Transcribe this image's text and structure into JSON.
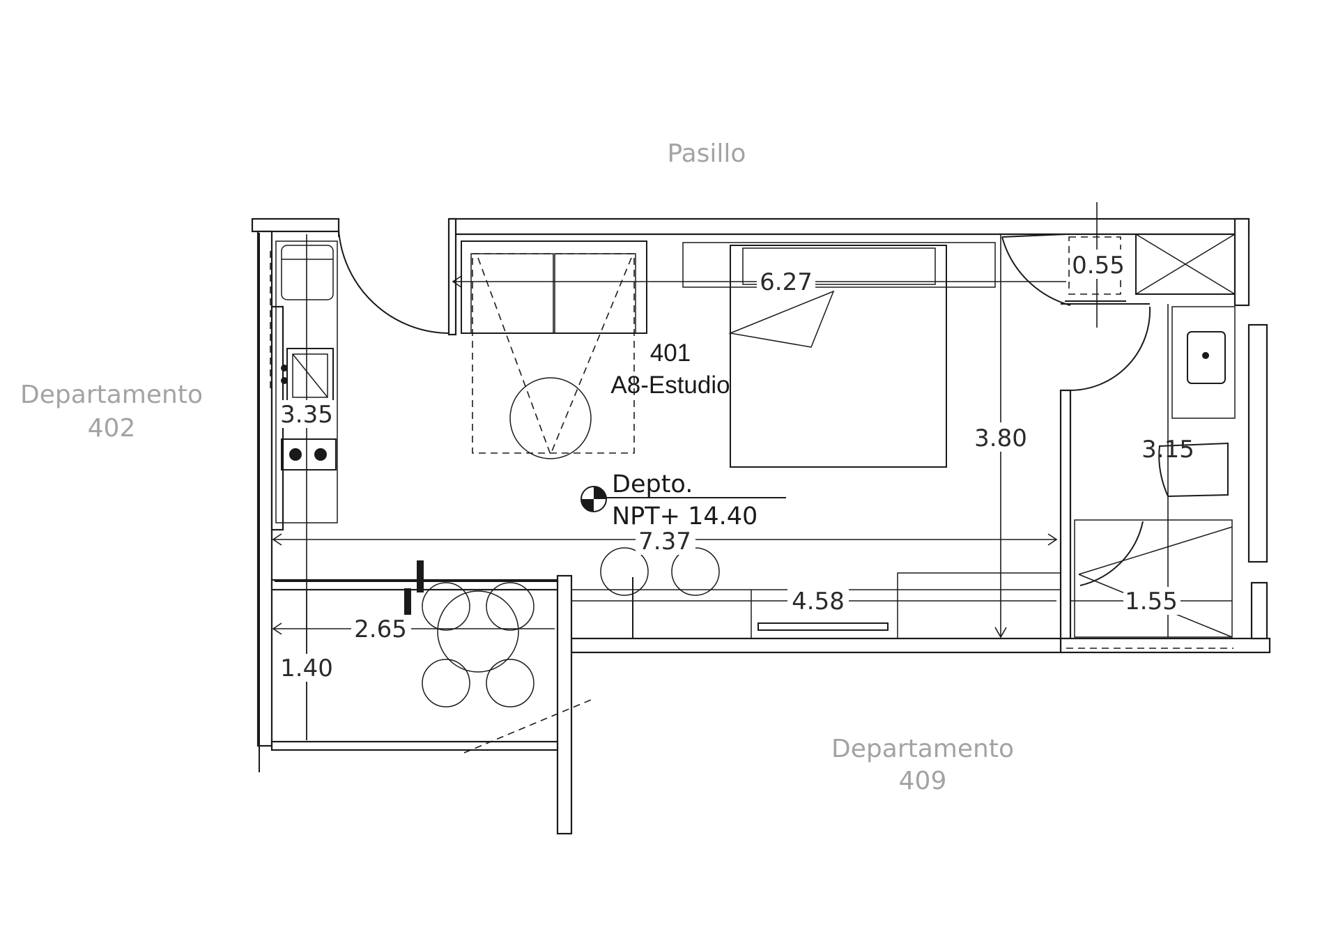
{
  "labels": {
    "corridor": "Pasillo",
    "dept_left_1": "Departamento",
    "dept_left_2": "402",
    "dept_bottom_1": "Departamento",
    "dept_bottom_2": "409",
    "unit_number": "401",
    "unit_type": "A8-Estudio",
    "level_name": "Depto.",
    "level_value": "NPT+ 14.40"
  },
  "dimensions": {
    "d_627": "6.27",
    "d_055": "0.55",
    "d_335": "3.35",
    "d_380": "3.80",
    "d_315": "3.15",
    "d_737": "7.37",
    "d_458": "4.58",
    "d_265": "2.65",
    "d_140": "1.40",
    "d_155": "1.55"
  }
}
